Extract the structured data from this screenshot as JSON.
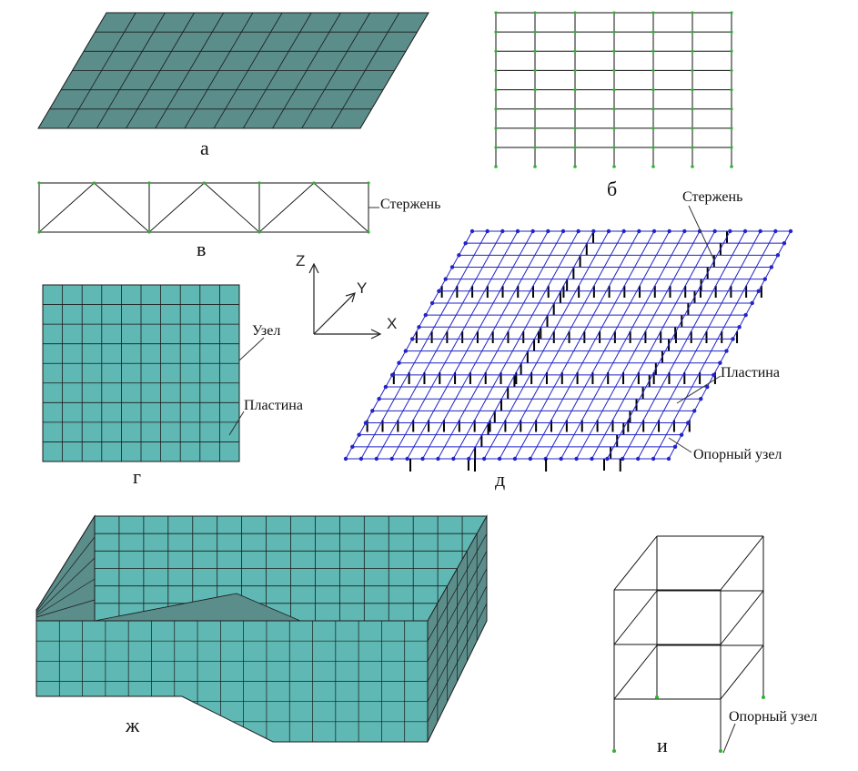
{
  "labels": {
    "a": "а",
    "b": "б",
    "v": "в",
    "g": "г",
    "d": "д",
    "zh": "ж",
    "i": "и"
  },
  "annotations": {
    "rod_v": "Стержень",
    "rod_d": "Стержень",
    "node_g": "Узел",
    "plate_g": "Пластина",
    "plate_d": "Пластина",
    "support_d": "Опорный узел",
    "support_i": "Опорный узел"
  },
  "axes": {
    "z": "Z",
    "y": "Y",
    "x": "X"
  },
  "colors": {
    "plate_dark": "#5b8d8b",
    "plate_light": "#5fb8b4",
    "mesh_line": "#1b1b1b",
    "node_green": "#2bb52b",
    "node_blue": "#2323c8"
  }
}
